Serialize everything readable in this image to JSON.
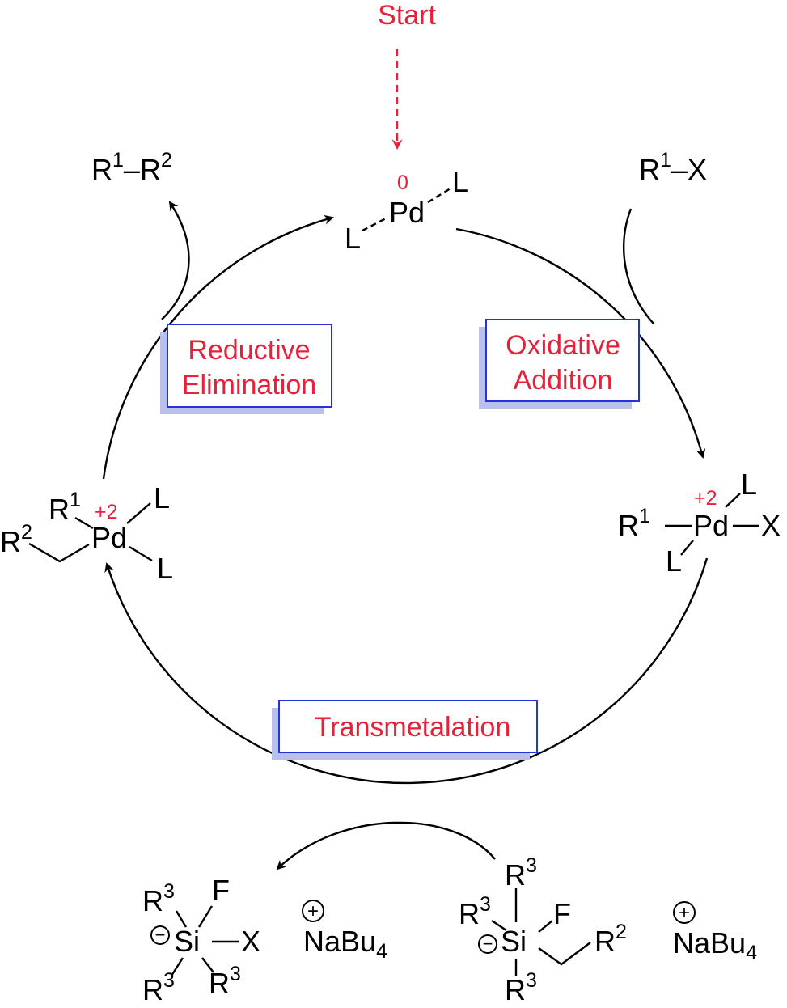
{
  "start": "Start",
  "catalyst": {
    "metal": "Pd",
    "ox_state": "0",
    "ligand_top": "L",
    "ligand_bottom": "L"
  },
  "product": {
    "r1": "R",
    "sup1": "1",
    "dash": "–",
    "r2": "R",
    "sup2": "2"
  },
  "substrate": {
    "r1": "R",
    "sup1": "1",
    "dash": "–",
    "x": "X"
  },
  "steps": {
    "oxidative_line1": "Oxidative",
    "oxidative_line2": "Addition",
    "reductive_line1": "Reductive",
    "reductive_line2": "Elimination",
    "transmetalation": "Transmetalation"
  },
  "ox_add_complex": {
    "r": "R",
    "sup": "1",
    "metal": "Pd",
    "x": "X",
    "ox_state": "+2",
    "l_top": "L",
    "l_bottom": "L"
  },
  "trans_complex": {
    "r1": "R",
    "sup1": "1",
    "r2": "R",
    "sup2": "2",
    "metal": "Pd",
    "ox_state": "+2",
    "l_top": "L",
    "l_bottom": "L"
  },
  "silicate_left": {
    "si": "Si",
    "f": "F",
    "x": "X",
    "minus": "−",
    "r": "R",
    "sup": "3",
    "counterion": "NaBu",
    "sub": "4",
    "plus": "+"
  },
  "silicate_right": {
    "si": "Si",
    "f": "F",
    "minus": "−",
    "r": "R",
    "sup": "3",
    "r2": "R",
    "sup2": "2",
    "counterion": "NaBu",
    "sub": "4",
    "plus": "+"
  },
  "colors": {
    "accent_red": "#e8203a",
    "box_blue": "#2233dd",
    "shadow": "#b9c0ea"
  }
}
